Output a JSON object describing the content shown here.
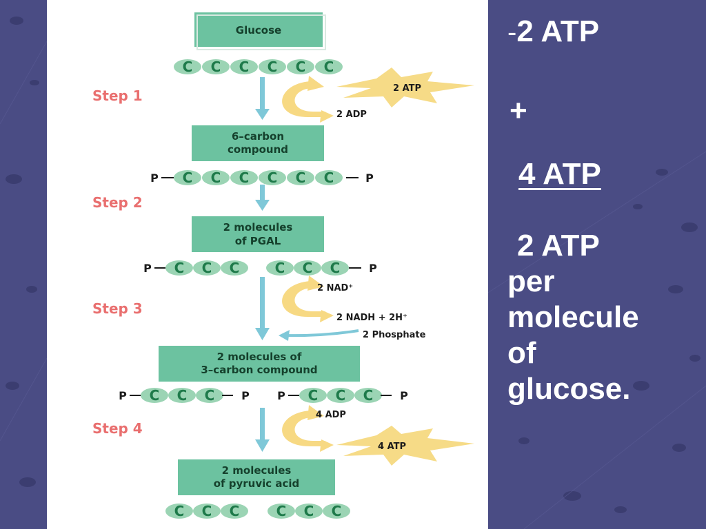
{
  "diagram": {
    "boxes": {
      "glucose": "Glucose",
      "six_carbon_1": "6–carbon",
      "six_carbon_2": "compound",
      "pgal_1": "2 molecules",
      "pgal_2": "of PGAL",
      "three_carbon_1": "2 molecules of",
      "three_carbon_2": "3–carbon compound",
      "pyruvic_1": "2 molecules",
      "pyruvic_2": "of pyruvic acid"
    },
    "steps": [
      "Step 1",
      "Step 2",
      "Step 3",
      "Step 4"
    ],
    "carbon_letter": "C",
    "phosphate_letter": "P",
    "labels": {
      "atp_in": "2 ATP",
      "adp_out": "2 ADP",
      "nad_in": "2 NAD⁺",
      "nadh_out": "2 NADH + 2H⁺",
      "phosphate_in": "2 Phosphate",
      "adp_in": "4 ADP",
      "atp_out": "4 ATP"
    }
  },
  "summary": {
    "dash": "-",
    "line1": "2 ATP",
    "plus": "+",
    "line3": "4 ATP",
    "net": [
      "2 ATP",
      "per",
      "molecule",
      "of",
      "glucose."
    ]
  },
  "colors": {
    "background": "#4a4c84",
    "box_fill": "#6cc2a0",
    "carbon_fill": "#9bd4b4",
    "carbon_text": "#1e7a4a",
    "step_text": "#e96f6f",
    "arrow": "#7fc8d8",
    "curve": "#f7d983",
    "burst": "#f5d77a"
  }
}
